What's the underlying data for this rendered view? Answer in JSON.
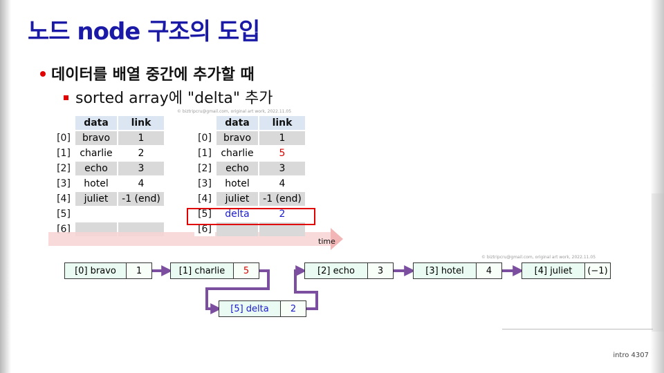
{
  "title": "노드 node 구조의 도입",
  "bullet1": "데이터를 배열 중간에 추가할 때",
  "bullet2_pre": "sorted array",
  "bullet2_post": "에 \"delta\" 추가",
  "watermark": "© biztripcru@gmail.com, original art work, 2022.11.05",
  "headers": {
    "data": "data",
    "link": "link"
  },
  "table_left": [
    {
      "idx": "[0]",
      "data": "bravo",
      "link": "1"
    },
    {
      "idx": "[1]",
      "data": "charlie",
      "link": "2"
    },
    {
      "idx": "[2]",
      "data": "echo",
      "link": "3"
    },
    {
      "idx": "[3]",
      "data": "hotel",
      "link": "4"
    },
    {
      "idx": "[4]",
      "data": "juliet",
      "link": "-1 (end)"
    },
    {
      "idx": "[5]",
      "data": "",
      "link": ""
    },
    {
      "idx": "[6]",
      "data": "",
      "link": ""
    }
  ],
  "table_right": [
    {
      "idx": "[0]",
      "data": "bravo",
      "link": "1"
    },
    {
      "idx": "[1]",
      "data": "charlie",
      "link": "5"
    },
    {
      "idx": "[2]",
      "data": "echo",
      "link": "3"
    },
    {
      "idx": "[3]",
      "data": "hotel",
      "link": "4"
    },
    {
      "idx": "[4]",
      "data": "juliet",
      "link": "-1 (end)"
    },
    {
      "idx": "[5]",
      "data": "delta",
      "link": "2"
    },
    {
      "idx": "[6]",
      "data": "",
      "link": ""
    }
  ],
  "time_label": "time",
  "nodes": [
    {
      "data": "[0] bravo",
      "link": "1"
    },
    {
      "data": "[1] charlie",
      "link": "5"
    },
    {
      "data": "[2] echo",
      "link": "3"
    },
    {
      "data": "[3] hotel",
      "link": "4"
    },
    {
      "data": "[4] juliet",
      "link": "(−1)"
    },
    {
      "data": "[5] delta",
      "link": "2"
    }
  ],
  "colors": {
    "title": "#1a1aa6",
    "accent": "#e00000",
    "inserted": "#1a1ad0",
    "arrow": "#7b4ea0"
  },
  "footer": "intro  4307"
}
